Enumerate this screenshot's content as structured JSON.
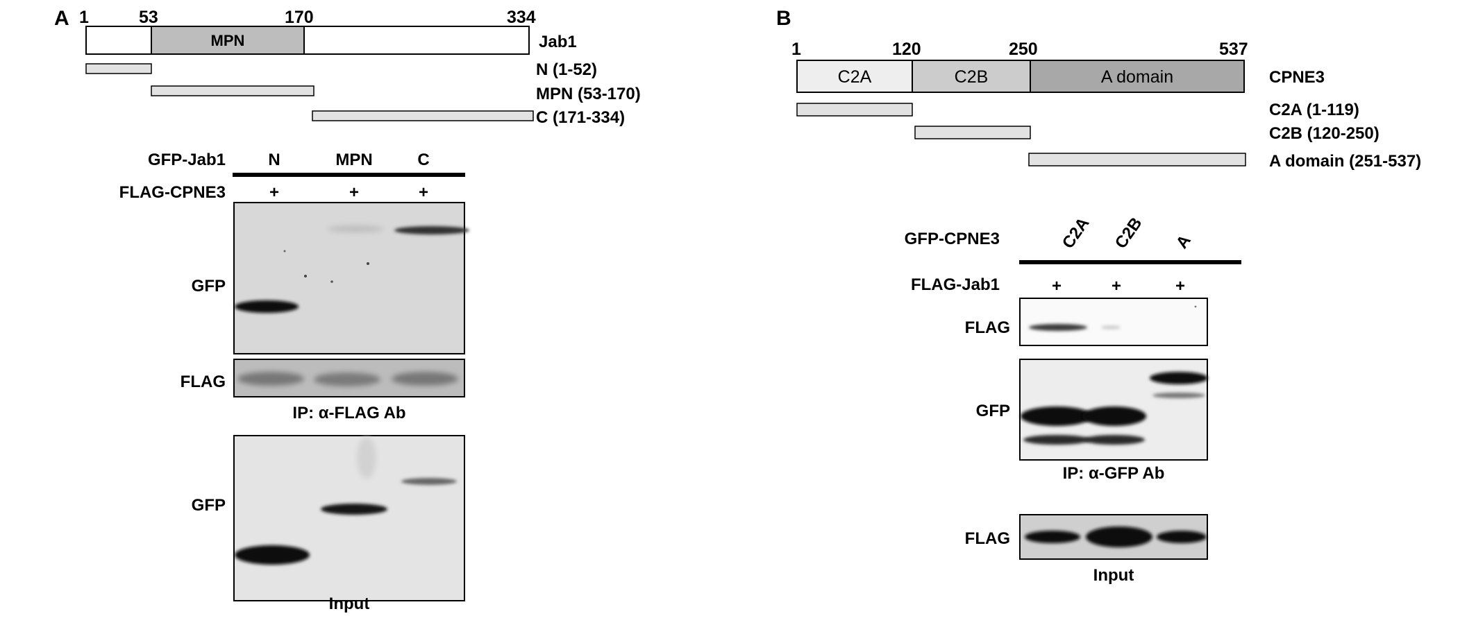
{
  "panels": {
    "A": {
      "label": "A",
      "protein": {
        "name": "Jab1",
        "positions": [
          "1",
          "53",
          "170",
          "334"
        ],
        "domain_label": "MPN"
      },
      "constructs": [
        "N (1-52)",
        "MPN (53-170)",
        "C (171-334)"
      ],
      "row_gfp_label": "GFP-Jab1",
      "lane_labels": [
        "N",
        "MPN",
        "C"
      ],
      "row_flag_label": "FLAG-CPNE3",
      "plus": [
        "+",
        "+",
        "+"
      ],
      "blot_labels": {
        "gfp_ip": "GFP",
        "flag_ip": "FLAG",
        "gfp_input": "GFP"
      },
      "ip_caption": "IP: α-FLAG Ab",
      "input_caption": "Input"
    },
    "B": {
      "label": "B",
      "protein": {
        "name": "CPNE3",
        "positions": [
          "1",
          "120",
          "250",
          "537"
        ],
        "domains": [
          "C2A",
          "C2B",
          "A domain"
        ]
      },
      "constructs": [
        "C2A (1-119)",
        "C2B (120-250)",
        "A domain (251-537)"
      ],
      "row_gfp_label": "GFP-CPNE3",
      "lane_labels": [
        "C2A",
        "C2B",
        "A"
      ],
      "row_flag_label": "FLAG-Jab1",
      "plus": [
        "+",
        "+",
        "+"
      ],
      "blot_labels": {
        "flag_ip": "FLAG",
        "gfp_ip": "GFP",
        "flag_input": "FLAG"
      },
      "ip_caption": "IP: α-GFP Ab",
      "input_caption": "Input"
    }
  },
  "colors": {
    "domain_light": "#eeeeee",
    "domain_mid": "#cccccc",
    "domain_dark": "#a8a8a8",
    "construct_bar": "#e2e2e2",
    "blot_bg": "#d4d4d4",
    "band": "#111111"
  }
}
